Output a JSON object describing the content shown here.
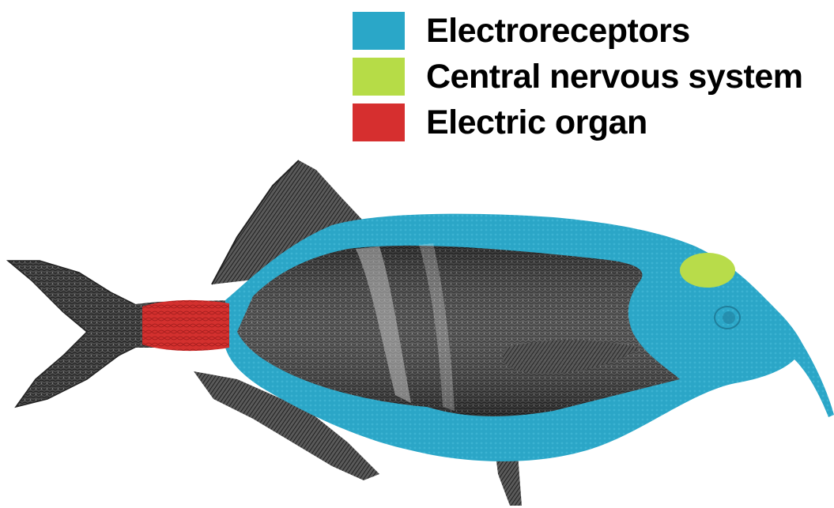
{
  "legend": {
    "items": [
      {
        "label": "Electroreceptors",
        "color": "#2aa7c8",
        "icon": "blue-swatch"
      },
      {
        "label": "Central nervous system",
        "color": "#b6dc47",
        "icon": "green-swatch"
      },
      {
        "label": "Electric organ",
        "color": "#d62f2f",
        "icon": "red-swatch"
      }
    ]
  },
  "figure": {
    "subject": "elephantnose-fish-illustration",
    "fish_color": "#3a3a3a",
    "fin_color": "#2b2b2b"
  }
}
